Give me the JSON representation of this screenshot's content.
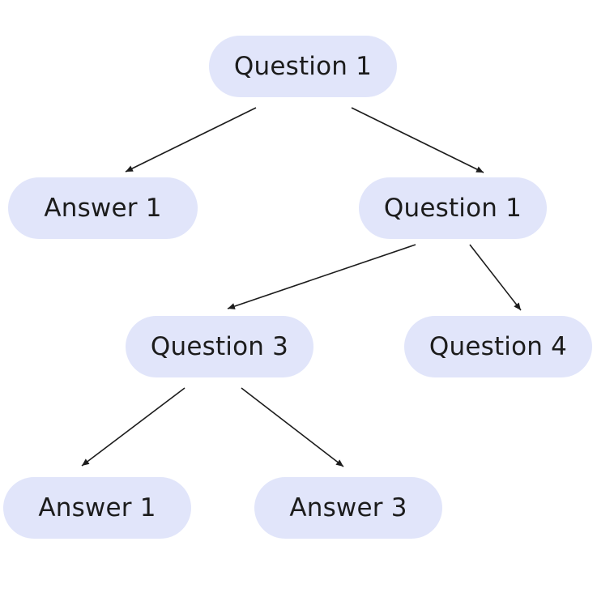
{
  "nodes": {
    "root": "Question 1",
    "left_answer": "Answer 1",
    "right_question": "Question 1",
    "question_3": "Question 3",
    "question_4": "Question 4",
    "bottom_answer_1": "Answer 1",
    "bottom_answer_3": "Answer 3"
  },
  "colors": {
    "node_fill": "#e1e5fa",
    "edge": "#1c1c1c",
    "text": "#1c1c1c"
  }
}
